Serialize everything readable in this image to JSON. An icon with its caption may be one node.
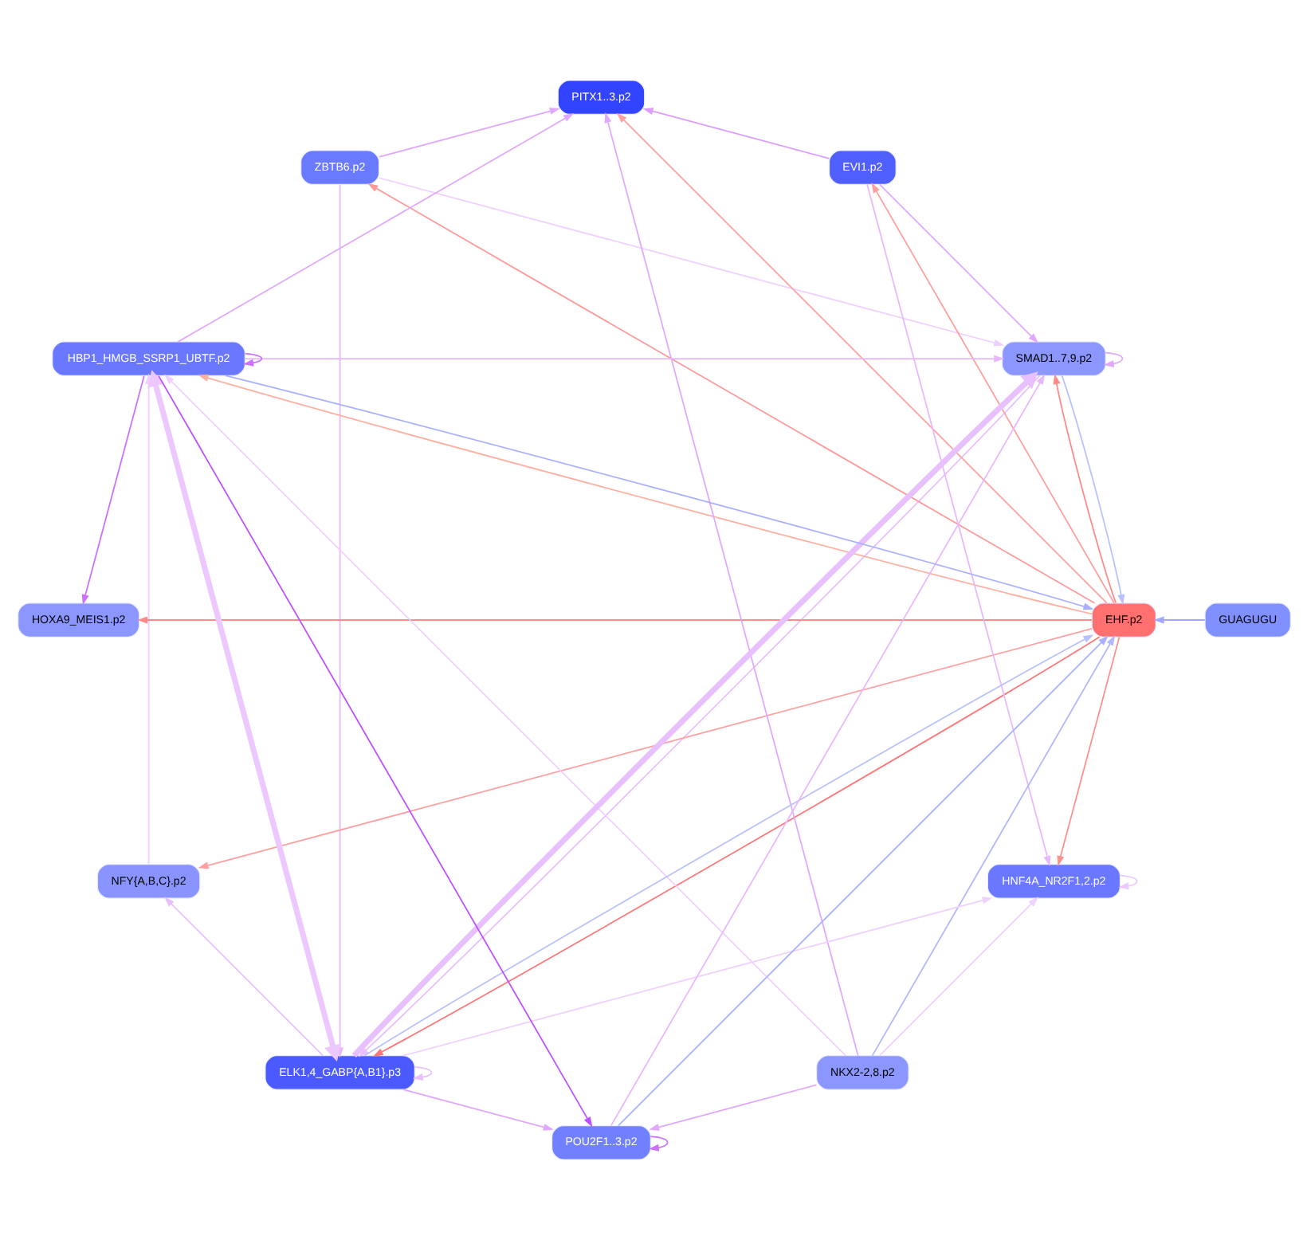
{
  "diagram": {
    "nodes": [
      {
        "text": [
          "SMAD1..7,9.p2"
        ]
      },
      {
        "text": [
          "HNF4A_NR2F1,2.p2"
        ]
      },
      {
        "text": [
          "HOXA9_MEIS1.p2"
        ]
      },
      {
        "text": [
          "NFY{A,B,C}.p2"
        ]
      },
      {
        "text": [
          "ZBTB6.p2"
        ]
      },
      {
        "text": [
          "PITX1..3.p2"
        ]
      },
      {
        "text": [
          "EHF.p2"
        ]
      },
      {
        "text": [
          "EVI1.p2"
        ]
      },
      {
        "text": [
          "NKX2-2,8.p2"
        ]
      },
      {
        "text": [
          "ELK1,4_GABP{A,B1}.p3"
        ]
      },
      {
        "text": [
          "GUAGUGU"
        ]
      },
      {
        "text": [
          "POU2F1..3.p2"
        ]
      },
      {
        "text": [
          "HBP1_HMGB_SSRP1_UBTF.p2"
        ]
      }
    ],
    "edges": [
      {
        "from": 0,
        "to": 0,
        "arrow": "to",
        "color": "#e0a8ff"
      },
      {
        "from": 1,
        "to": 1,
        "arrow": "to",
        "color": "#ecc8ff"
      },
      {
        "from": 6,
        "to": 0,
        "arrow": "to",
        "color": "#ff8a8a"
      },
      {
        "from": 0,
        "to": 6,
        "arrow": "to",
        "color": "#b8c0ff"
      },
      {
        "from": 6,
        "to": 2,
        "arrow": "to",
        "color": "#ff8a8a"
      },
      {
        "from": 6,
        "to": 1,
        "arrow": "to",
        "color": "#ff9090"
      },
      {
        "from": 6,
        "to": 3,
        "arrow": "to",
        "color": "#ffa0a0"
      },
      {
        "from": 6,
        "to": 4,
        "arrow": "to",
        "color": "#ff9a9a"
      },
      {
        "from": 6,
        "to": 5,
        "arrow": "to",
        "color": "#ffa0a0"
      },
      {
        "from": 6,
        "to": 7,
        "arrow": "to",
        "color": "#ffa0a0"
      },
      {
        "from": 6,
        "to": 9,
        "arrow": "to",
        "color": "#ff7878"
      },
      {
        "from": 9,
        "to": 6,
        "arrow": "to",
        "color": "#b8c0ff"
      },
      {
        "from": 6,
        "to": 12,
        "arrow": "to",
        "color": "#ffb0a0"
      },
      {
        "from": 12,
        "to": 6,
        "arrow": "to",
        "color": "#a8b0ff"
      },
      {
        "from": 11,
        "to": 6,
        "arrow": "to",
        "color": "#a8b0ff"
      },
      {
        "from": 8,
        "to": 6,
        "arrow": "to",
        "color": "#b0b8ff"
      },
      {
        "from": 10,
        "to": 6,
        "arrow": "to",
        "color": "#a0a8ff"
      },
      {
        "from": 12,
        "to": 2,
        "arrow": "to",
        "color": "#cc70ff"
      },
      {
        "from": 4,
        "to": 5,
        "arrow": "to",
        "color": "#e0a8ff"
      },
      {
        "from": 7,
        "to": 5,
        "arrow": "to",
        "color": "#dd9cff"
      },
      {
        "from": 7,
        "to": 0,
        "arrow": "to",
        "color": "#e0a8ff"
      },
      {
        "from": 7,
        "to": 1,
        "arrow": "to",
        "color": "#e8b8ff"
      },
      {
        "from": 4,
        "to": 0,
        "arrow": "to",
        "color": "#f0d0ff"
      },
      {
        "from": 4,
        "to": 9,
        "arrow": "to",
        "color": "#e8b8ff"
      },
      {
        "from": 9,
        "to": 0,
        "arrow": "to",
        "style": "thick",
        "color": "#e8c0ff"
      },
      {
        "from": 0,
        "to": 9,
        "arrow": "to",
        "color": "#e8c0ff"
      },
      {
        "from": 9,
        "to": 1,
        "arrow": "to",
        "color": "#f0d0ff"
      },
      {
        "from": 9,
        "to": 3,
        "arrow": "to",
        "color": "#e8c0ff"
      },
      {
        "from": 11,
        "to": 0,
        "arrow": "to",
        "color": "#e8b8ff"
      },
      {
        "from": 12,
        "to": 0,
        "arrow": "to",
        "color": "#e8b8ff"
      },
      {
        "from": 8,
        "to": 1,
        "arrow": "to",
        "color": "#f0d0ff"
      },
      {
        "from": 3,
        "to": 12,
        "arrow": "to",
        "color": "#f0d0ff"
      },
      {
        "from": 8,
        "to": 5,
        "arrow": "to",
        "color": "#e0a8ff"
      },
      {
        "from": 12,
        "to": 5,
        "arrow": "to",
        "color": "#e0a8ff"
      },
      {
        "from": 8,
        "to": 11,
        "arrow": "to",
        "color": "#e0a8ff"
      },
      {
        "from": 8,
        "to": 12,
        "arrow": "to",
        "color": "#f0d0ff"
      },
      {
        "from": 9,
        "to": 9,
        "arrow": "to",
        "color": "#e8c0ff"
      },
      {
        "from": 9,
        "to": 11,
        "arrow": "to",
        "color": "#e0a8ff"
      },
      {
        "from": 9,
        "to": 12,
        "arrow": "both",
        "style": "thick",
        "color": "#ecc8ff"
      },
      {
        "from": 12,
        "to": 11,
        "arrow": "to",
        "color": "#c050ff"
      },
      {
        "from": 11,
        "to": 11,
        "arrow": "to",
        "color": "#cc70ff"
      },
      {
        "from": 12,
        "to": 12,
        "arrow": "to",
        "color": "#cc70ff"
      }
    ]
  }
}
